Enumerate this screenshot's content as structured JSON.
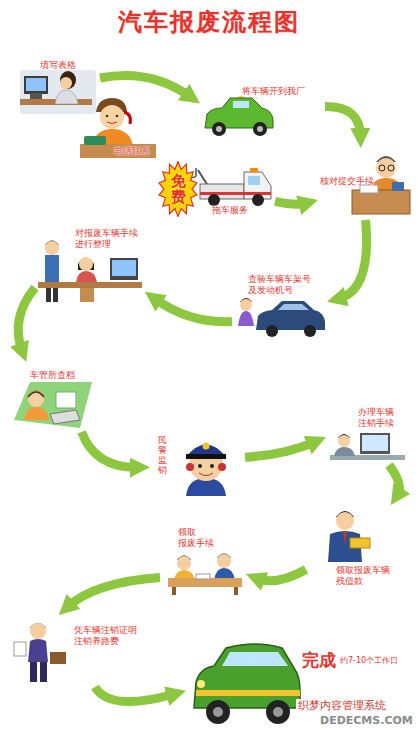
{
  "diagram": {
    "title": "汽车报废流程图",
    "nodes": [
      {
        "text": [
          "填写表格"
        ]
      },
      {
        "text": [
          "将车辆开到我厂"
        ]
      },
      {
        "text": [
          "电话联系"
        ]
      },
      {
        "text": [
          "拖车服务"
        ]
      },
      {
        "text": [
          "免费"
        ],
        "in": 3
      },
      {
        "text": [
          "核对提交手续"
        ]
      },
      {
        "text": [
          "查验车辆车架号 及发动机号"
        ]
      },
      {
        "text": [
          "对报废车辆手续 进行整理"
        ]
      },
      {
        "text": [
          "车管所查档"
        ]
      },
      {
        "text": [
          "民警监销"
        ]
      },
      {
        "text": [
          "办理车辆 注销手续"
        ]
      },
      {
        "text": [
          "领取报废车辆 残值款"
        ]
      },
      {
        "text": [
          "领取 报废手续"
        ]
      },
      {
        "text": [
          "凭车辆注销证明 注销养路费"
        ]
      },
      {
        "text": [
          "完成",
          "约7-10个工作日"
        ]
      }
    ],
    "edges": [
      {
        "from": 0,
        "to": 1,
        "arrow": "to"
      },
      {
        "from": 1,
        "to": 5,
        "arrow": "to"
      },
      {
        "from": 3,
        "to": 5,
        "arrow": "to"
      },
      {
        "from": 5,
        "to": 6,
        "arrow": "to"
      },
      {
        "from": 6,
        "to": 7,
        "arrow": "to"
      },
      {
        "from": 7,
        "to": 8,
        "arrow": "to"
      },
      {
        "from": 8,
        "to": 9,
        "arrow": "to"
      },
      {
        "from": 9,
        "to": 10,
        "arrow": "to"
      },
      {
        "from": 10,
        "to": 11,
        "arrow": "to"
      },
      {
        "from": 11,
        "to": 12,
        "arrow": "to"
      },
      {
        "from": 12,
        "to": 13,
        "arrow": "to"
      },
      {
        "from": 13,
        "to": 14,
        "arrow": "to"
      }
    ],
    "labels": [
      "织梦内容管理系统",
      "DEDECMS.COM"
    ]
  }
}
